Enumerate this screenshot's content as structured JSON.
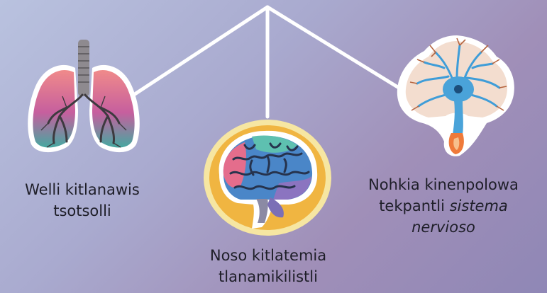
{
  "nodes": [
    {
      "id": "lungs",
      "label_lines": [
        "Welli kitlanawis",
        "tsotsolli"
      ]
    },
    {
      "id": "brain",
      "label_lines": [
        "Noso kitlatemia",
        "tlanamikilistli"
      ]
    },
    {
      "id": "neuron",
      "label_lines": [
        "Nohkia kinenpolowa",
        "tekpantli"
      ],
      "label_italic_1": "sistema",
      "label_italic_2": "nervioso"
    }
  ],
  "colors": {
    "background_start": "#b9c2df",
    "background_end": "#8f87b6",
    "connector": "#ffffff",
    "lung_pink": "#e07a9a",
    "lung_teal": "#4aa7a3",
    "brain_blue": "#4a86c8",
    "brain_pink": "#e46d8c",
    "neuron_blue": "#4aa3d9",
    "neuron_orange": "#ef7a3a"
  },
  "icons": [
    "lungs-icon",
    "brain-icon",
    "neuron-icon"
  ]
}
